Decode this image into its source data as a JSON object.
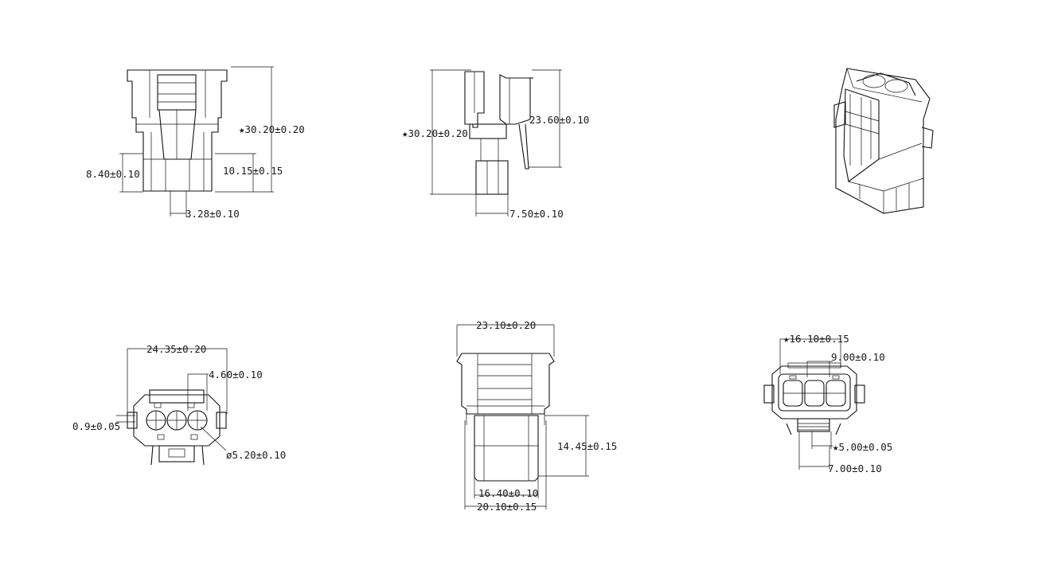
{
  "dimensions": {
    "front_height": "★30.20±0.20",
    "front_latch_height": "10.15±0.15",
    "front_lower_height": "8.40±0.10",
    "front_latch_width": "3.28±0.10",
    "side_height": "★30.20±0.20",
    "side_upper_height": "23.60±0.10",
    "side_nose_width": "7.50±0.10",
    "face_width": "24.35±0.20",
    "face_cavity_pitch": "4.60±0.10",
    "face_wall": "0.9±0.05",
    "face_cavity_dia": "ø5.20±0.10",
    "top_width": "23.10±0.20",
    "top_lower_height": "14.45±0.15",
    "top_inner_width": "16.40±0.10",
    "top_outer_width": "20.10±0.15",
    "rear_width": "★16.10±0.15",
    "rear_pitch": "9.00±0.10",
    "rear_key_width": "★5.00±0.05",
    "rear_key_outer": "7.00±0.10"
  }
}
